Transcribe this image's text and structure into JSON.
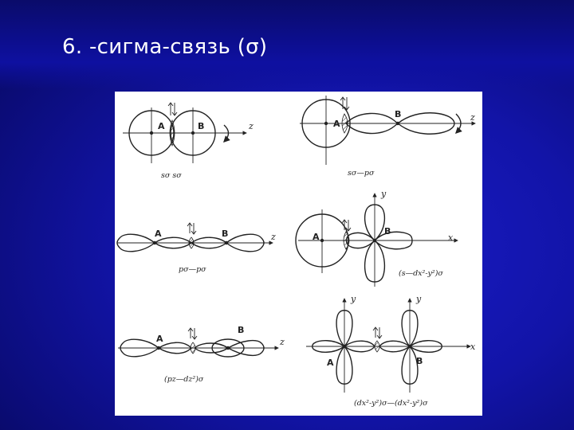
{
  "slide": {
    "title": "6. -сигма-связь (σ)"
  },
  "diagrams": {
    "ss": {
      "atom_a": "A",
      "atom_b": "B",
      "axis": "z",
      "caption": "sσ   sσ"
    },
    "sp": {
      "atom_a": "A",
      "atom_b": "B",
      "axis": "z",
      "caption": "sσ—pσ"
    },
    "pp": {
      "atom_a": "A",
      "atom_b": "B",
      "axis": "z",
      "caption": "pσ—pσ"
    },
    "sd": {
      "atom_a": "A",
      "atom_b": "B",
      "axis_x": "x",
      "axis_y": "y",
      "caption": "(s—dx²-y²)σ"
    },
    "pd": {
      "atom_a": "A",
      "atom_b": "B",
      "axis": "z",
      "caption": "(pz—dz²)σ"
    },
    "dd": {
      "atom_a": "A",
      "atom_b": "B",
      "axis_x": "x",
      "axis_y1": "y",
      "axis_y2": "y",
      "caption": "(dx²-y²)σ—(dx²-y²)σ"
    }
  }
}
